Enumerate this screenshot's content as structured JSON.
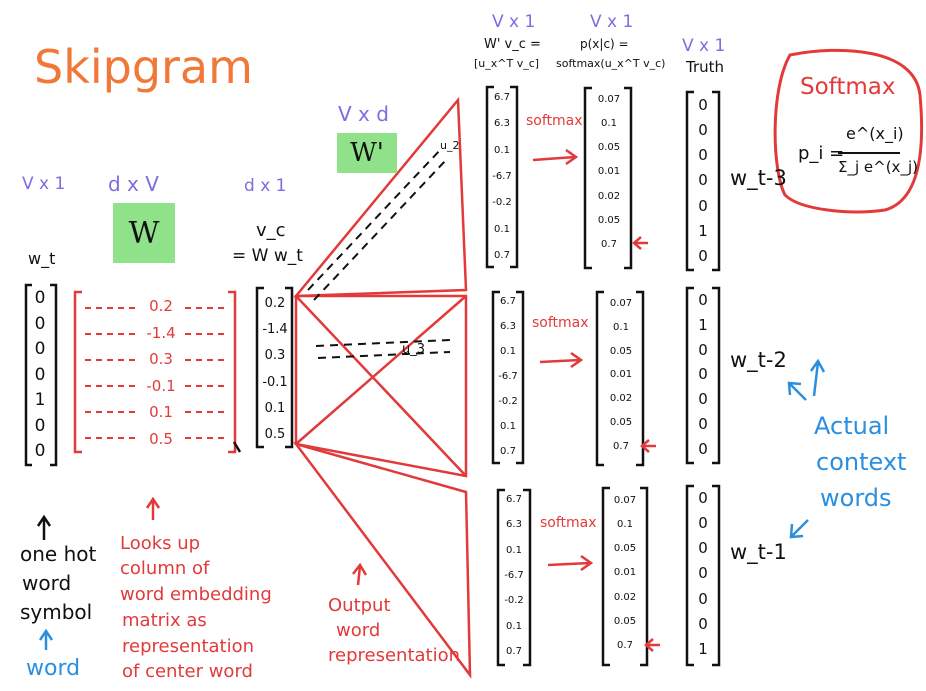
{
  "title": "Skipgram",
  "input": {
    "dim": "V x 1",
    "label": "w_t",
    "vector": [
      "0",
      "0",
      "0",
      "0",
      "1",
      "0",
      "0"
    ],
    "note": [
      "one hot",
      "word",
      "symbol"
    ],
    "word_label": "word"
  },
  "embedding": {
    "dim": "d x V",
    "matrix_label": "W",
    "column_values": [
      "0.2",
      "-1.4",
      "0.3",
      "-0.1",
      "0.1",
      "0.5"
    ],
    "note": [
      "Looks up",
      "column of",
      "word embedding",
      "matrix as",
      "representation",
      "of center word"
    ]
  },
  "center": {
    "dim": "d x 1",
    "label_top": "v_c",
    "label_bottom": "= W w_t",
    "vector": [
      "0.2",
      "-1.4",
      "0.3",
      "-0.1",
      "0.1",
      "0.5"
    ]
  },
  "output_matrix": {
    "dim": "V x d",
    "label": "W'",
    "u2_label": "u_2",
    "u3_label": "u_3",
    "note": [
      "Output",
      "word",
      "representation"
    ]
  },
  "scores": {
    "dim": "V x 1",
    "header_line1": "W' v_c =",
    "header_line2": "[u_x^T v_c]",
    "values": [
      "6.7",
      "6.3",
      "0.1",
      "-6.7",
      "-0.2",
      "0.1",
      "0.7"
    ]
  },
  "softmax_arrow_label": "softmax",
  "probs": {
    "dim": "V x 1",
    "header_line1": "p(x|c) =",
    "header_line2": "softmax(u_x^T v_c)",
    "values": [
      "0.07",
      "0.1",
      "0.05",
      "0.01",
      "0.02",
      "0.05",
      "0.7"
    ]
  },
  "truth": {
    "dim": "V x 1",
    "header": "Truth",
    "rows": [
      {
        "label": "w_t-3",
        "vector": [
          "0",
          "0",
          "0",
          "0",
          "0",
          "1",
          "0"
        ]
      },
      {
        "label": "w_t-2",
        "vector": [
          "0",
          "1",
          "0",
          "0",
          "0",
          "0",
          "0"
        ]
      },
      {
        "label": "w_t-1",
        "vector": [
          "0",
          "0",
          "0",
          "0",
          "0",
          "0",
          "1"
        ]
      }
    ],
    "context_note": [
      "Actual",
      "context",
      "words"
    ]
  },
  "softmax_box": {
    "title": "Softmax",
    "formula_lhs": "p_i =",
    "numerator": "e^(x_i)",
    "denominator": "Σ_j e^(x_j)"
  }
}
